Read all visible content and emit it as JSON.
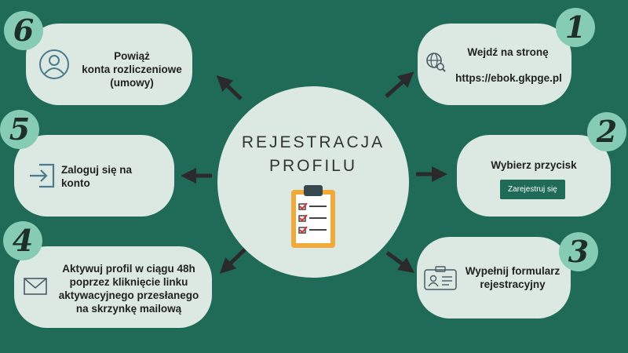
{
  "center": {
    "title_line1": "REJESTRACJA",
    "title_line2": "PROFILU"
  },
  "steps": [
    {
      "number": "1",
      "line1": "Wejdź na stronę",
      "line2": "https://ebok.gkpge.pl",
      "icon": "globe-search-icon"
    },
    {
      "number": "2",
      "line1": "Wybierz przycisk",
      "button": "Zarejestruj się",
      "icon": "none"
    },
    {
      "number": "3",
      "line1": "Wypełnij formularz",
      "line2": "rejestracyjny",
      "icon": "id-card-icon"
    },
    {
      "number": "4",
      "line1": "Aktywuj profil w ciągu 48h",
      "line2": "poprzez kliknięcie linku",
      "line3": "aktywacyjnego przesłanego",
      "line4": "na skrzynkę mailową",
      "icon": "envelope-icon"
    },
    {
      "number": "5",
      "line1": "Zaloguj się na",
      "line2": "konto",
      "icon": "login-icon"
    },
    {
      "number": "6",
      "line1": "Powiąż",
      "line2": "konta rozliczeniowe",
      "line3": "(umowy)",
      "icon": "user-circle-icon"
    }
  ],
  "colors": {
    "background": "#1f6b57",
    "card": "#dce9e3",
    "badge": "#86cbb4",
    "button": "#1f6b57"
  }
}
